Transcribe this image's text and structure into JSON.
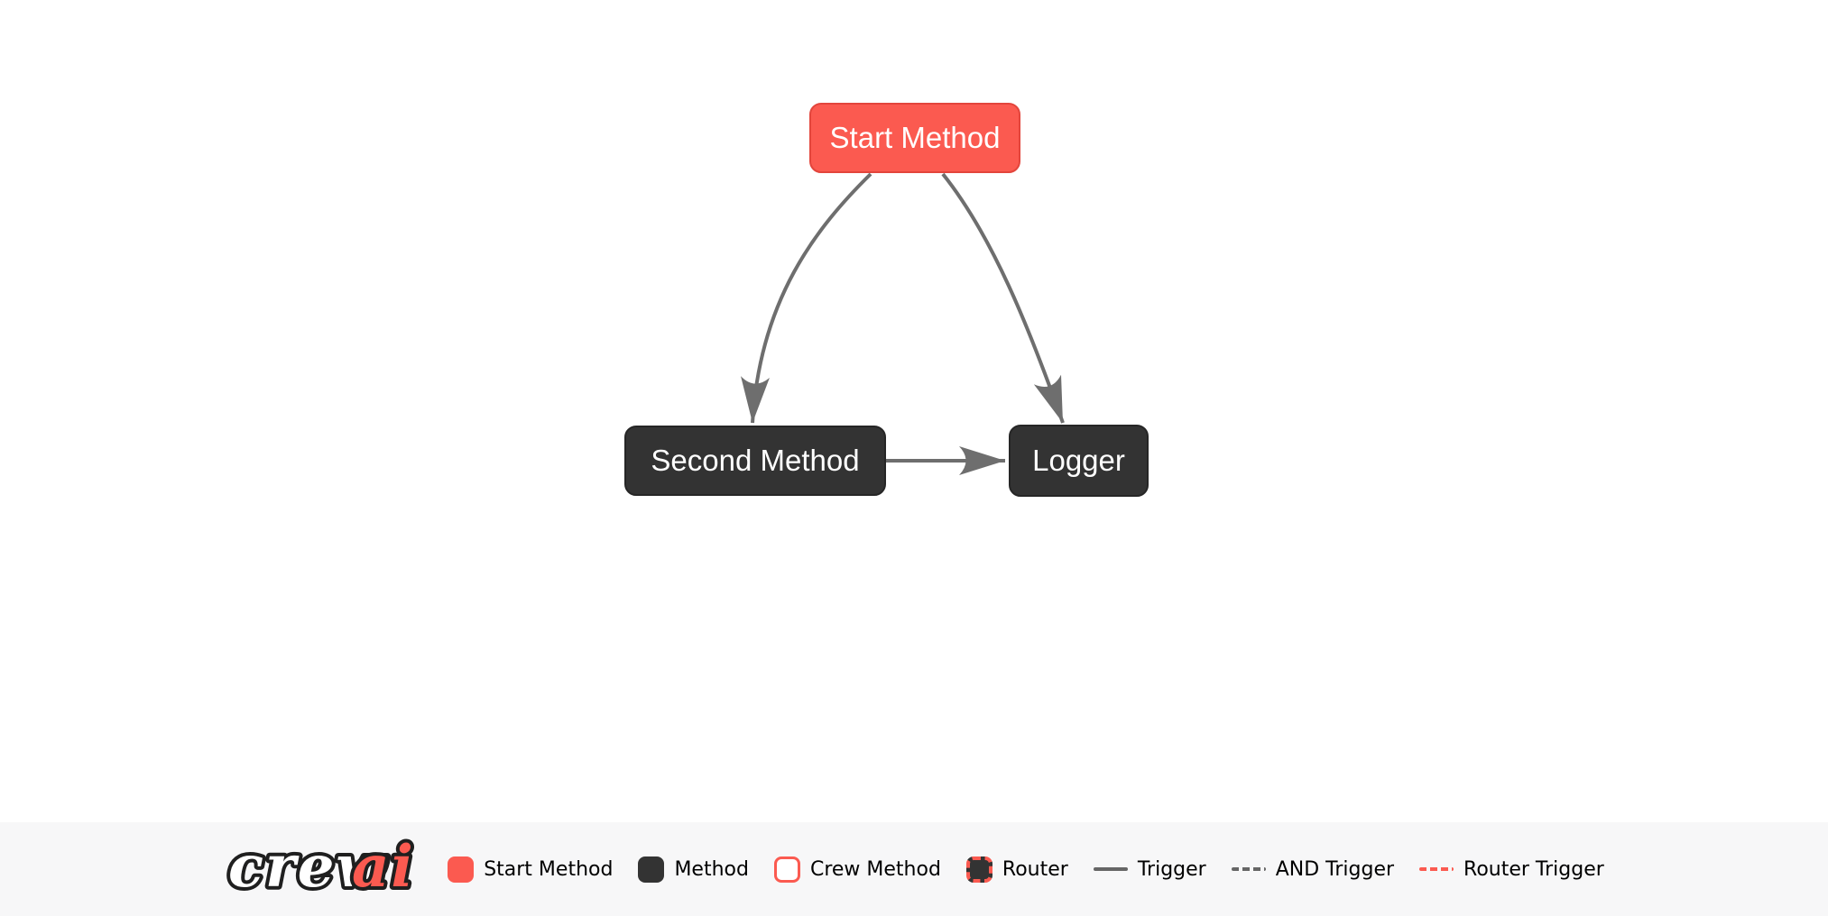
{
  "diagram": {
    "nodes": [
      {
        "id": "start_method",
        "label": "Start Method",
        "type": "start"
      },
      {
        "id": "second_method",
        "label": "Second Method",
        "type": "method"
      },
      {
        "id": "logger",
        "label": "Logger",
        "type": "method"
      }
    ],
    "edges": [
      {
        "from": "start_method",
        "to": "second_method",
        "type": "trigger"
      },
      {
        "from": "start_method",
        "to": "logger",
        "type": "trigger"
      },
      {
        "from": "second_method",
        "to": "logger",
        "type": "trigger"
      }
    ]
  },
  "legend": {
    "logo": {
      "crew": "crew",
      "ai": "ai"
    },
    "items": [
      {
        "label": "Start Method",
        "swatch": "start-node-swatch"
      },
      {
        "label": "Method",
        "swatch": "method-node-swatch"
      },
      {
        "label": "Crew Method",
        "swatch": "crew-method-swatch"
      },
      {
        "label": "Router",
        "swatch": "router-node-swatch"
      },
      {
        "label": "Trigger",
        "swatch": "trigger-line"
      },
      {
        "label": "AND Trigger",
        "swatch": "and-trigger-line"
      },
      {
        "label": "Router Trigger",
        "swatch": "router-trigger-line"
      }
    ]
  },
  "colors": {
    "page_bg": "#ffffff",
    "accent_red": "#fb5a50",
    "start_border": "#e3453c",
    "method_bg": "#333333",
    "method_border": "#262626",
    "node_text": "#ffffff",
    "edge_gray": "#6e6e6e",
    "legend_bg": "#f7f7f8",
    "legend_text": "#000000",
    "line_gray": "#666666",
    "logo_outline": "#1f1f1f",
    "logo_crew_fill": "#ffffff"
  }
}
